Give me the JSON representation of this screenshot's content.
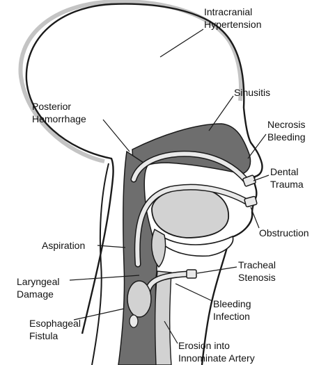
{
  "labels": {
    "intracranial": [
      "Intracranial",
      "Hypertension"
    ],
    "sinusitis": [
      "Sinusitis"
    ],
    "necrosis": [
      "Necrosis",
      "Bleeding"
    ],
    "dental": [
      "Dental",
      "Trauma"
    ],
    "posterior": [
      "Posterior",
      "Hemorrhage"
    ],
    "obstruction": [
      "Obstruction"
    ],
    "aspiration": [
      "Aspiration"
    ],
    "laryngeal": [
      "Laryngeal",
      "Damage"
    ],
    "tracheal": [
      "Tracheal",
      "Stenosis"
    ],
    "bleeding_infection": [
      "Bleeding",
      "Infection"
    ],
    "esophageal": [
      "Esophageal",
      "Fistula"
    ],
    "erosion": [
      "Erosion into",
      "Innominate Artery"
    ]
  },
  "colors": {
    "outline": "#1a1a1a",
    "dark_tissue": "#6e6e6e",
    "mid_tissue": "#a8a8a8",
    "light_tissue": "#d2d2d2",
    "tube": "#e9e9e9",
    "shadow": "#c4c4c4"
  }
}
